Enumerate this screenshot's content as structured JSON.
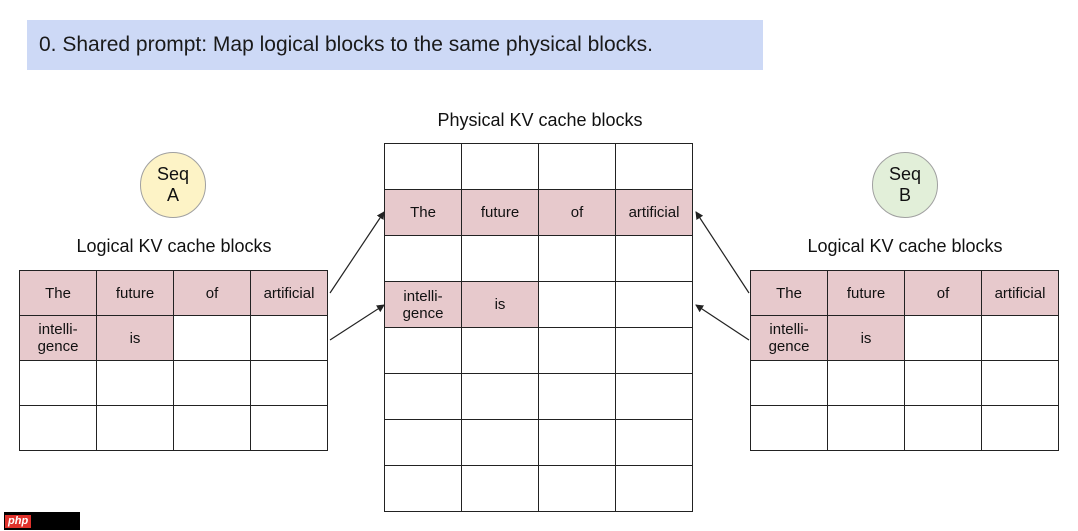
{
  "banner": {
    "text": "0. Shared prompt: Map logical blocks to the same physical blocks."
  },
  "physical": {
    "title": "Physical KV cache blocks",
    "rows": [
      [
        "",
        "",
        "",
        ""
      ],
      [
        "The",
        "future",
        "of",
        "artificial"
      ],
      [
        "",
        "",
        "",
        ""
      ],
      [
        "intelli-\ngence",
        "is",
        "",
        ""
      ],
      [
        "",
        "",
        "",
        ""
      ],
      [
        "",
        "",
        "",
        ""
      ],
      [
        "",
        "",
        "",
        ""
      ],
      [
        "",
        "",
        "",
        ""
      ]
    ]
  },
  "seq_a": {
    "label": "Seq\nA",
    "title": "Logical KV cache blocks",
    "rows": [
      [
        "The",
        "future",
        "of",
        "artificial"
      ],
      [
        "intelli-\ngence",
        "is",
        "",
        ""
      ],
      [
        "",
        "",
        "",
        ""
      ],
      [
        "",
        "",
        "",
        ""
      ]
    ]
  },
  "seq_b": {
    "label": "Seq\nB",
    "title": "Logical KV cache blocks",
    "rows": [
      [
        "The",
        "future",
        "of",
        "artificial"
      ],
      [
        "intelli-\ngence",
        "is",
        "",
        ""
      ],
      [
        "",
        "",
        "",
        ""
      ],
      [
        "",
        "",
        "",
        ""
      ]
    ]
  },
  "watermark": {
    "text": "php"
  },
  "colors": {
    "banner_bg": "#cdd9f6",
    "filled_cell": "#e7c9cc",
    "seq_a_fill": "#fdf3c6",
    "seq_b_fill": "#e2efd9"
  }
}
